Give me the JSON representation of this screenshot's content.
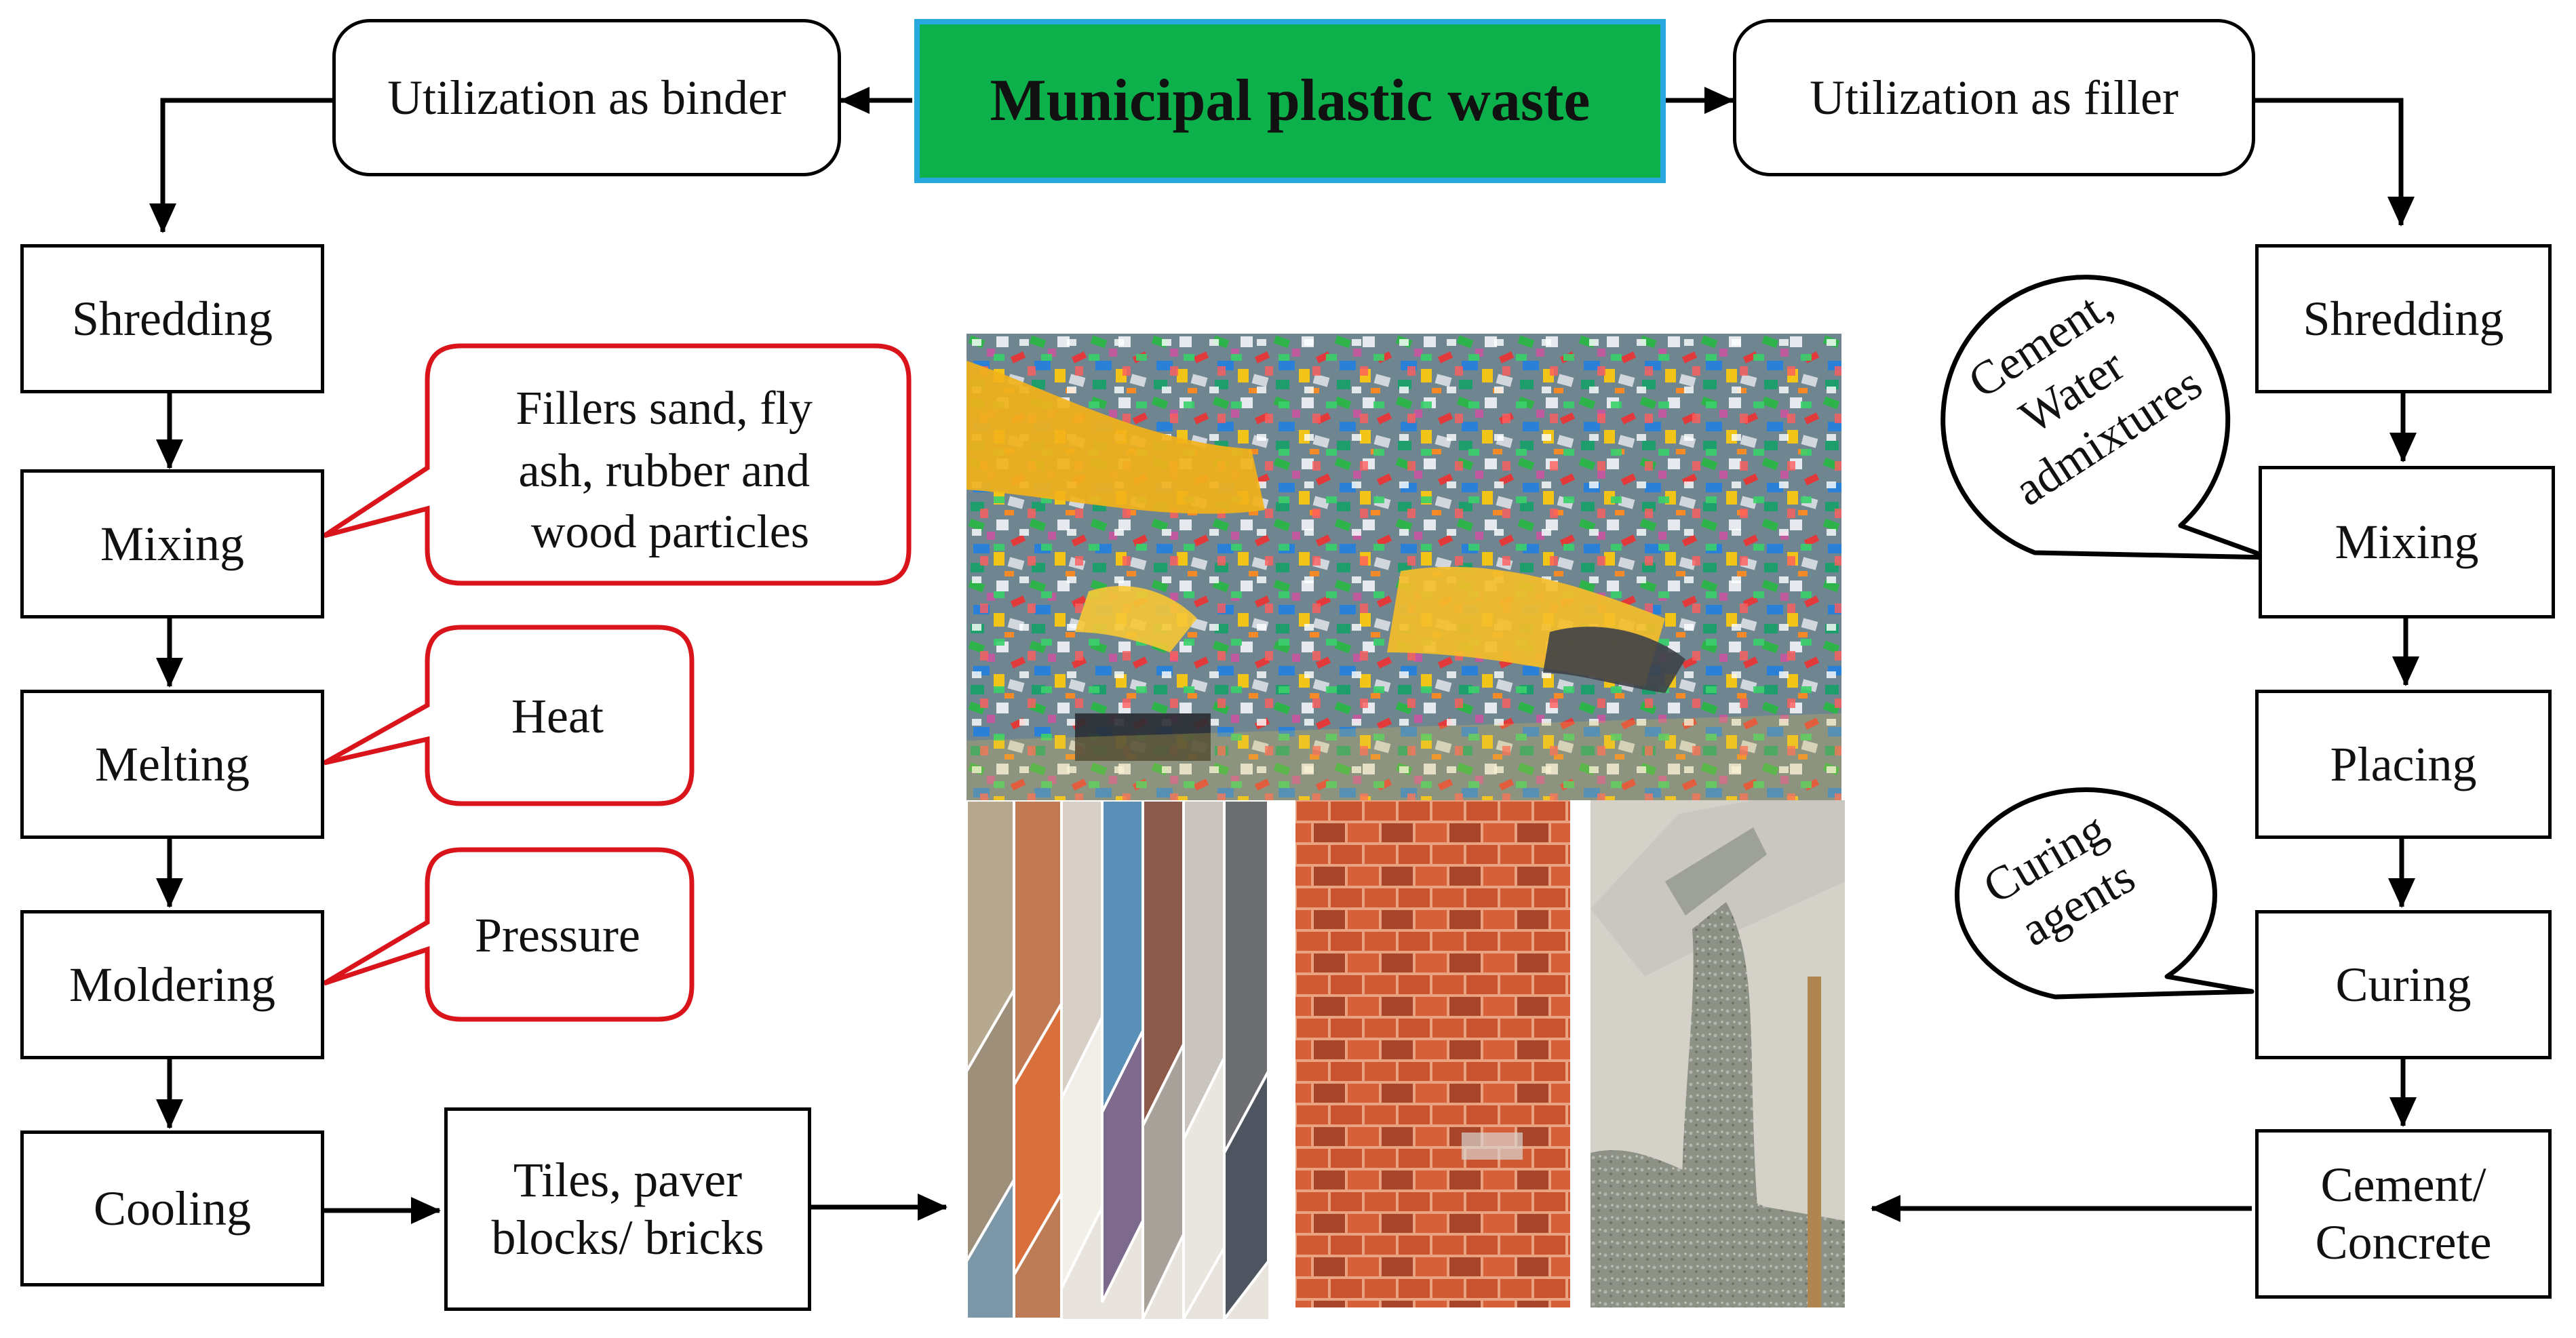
{
  "title": {
    "label": "Municipal plastic waste",
    "fill": "#0db14b",
    "border": "#29a8e0"
  },
  "branches": {
    "binder": {
      "label": "Utilization as binder"
    },
    "filler": {
      "label": "Utilization as filler"
    }
  },
  "binder_steps": [
    {
      "label": "Shredding"
    },
    {
      "label": "Mixing"
    },
    {
      "label": "Melting"
    },
    {
      "label": "Moldering"
    },
    {
      "label": "Cooling"
    }
  ],
  "binder_product": {
    "label": "Tiles, paver blocks/ bricks"
  },
  "binder_callouts": [
    {
      "label": "Fillers sand, fly ash, rubber and wood particles",
      "step": "Mixing"
    },
    {
      "label": "Heat",
      "step": "Melting"
    },
    {
      "label": "Pressure",
      "step": "Moldering"
    }
  ],
  "filler_steps": [
    {
      "label": "Shredding"
    },
    {
      "label": "Mixing"
    },
    {
      "label": "Placing"
    },
    {
      "label": "Curing"
    },
    {
      "label": "Cement/ Concrete"
    }
  ],
  "filler_callouts": [
    {
      "label": "Cement, Water admixtures",
      "step": "Mixing"
    },
    {
      "label": "Curing agents",
      "step": "Curing"
    }
  ],
  "colors": {
    "callout_border": "#d9141b",
    "box_border": "#000000",
    "text": "#111111"
  },
  "images": [
    {
      "name": "plastic-waste-pile-photo"
    },
    {
      "name": "tiles-photo"
    },
    {
      "name": "brick-wall-photo"
    },
    {
      "name": "concrete-pouring-photo"
    }
  ]
}
